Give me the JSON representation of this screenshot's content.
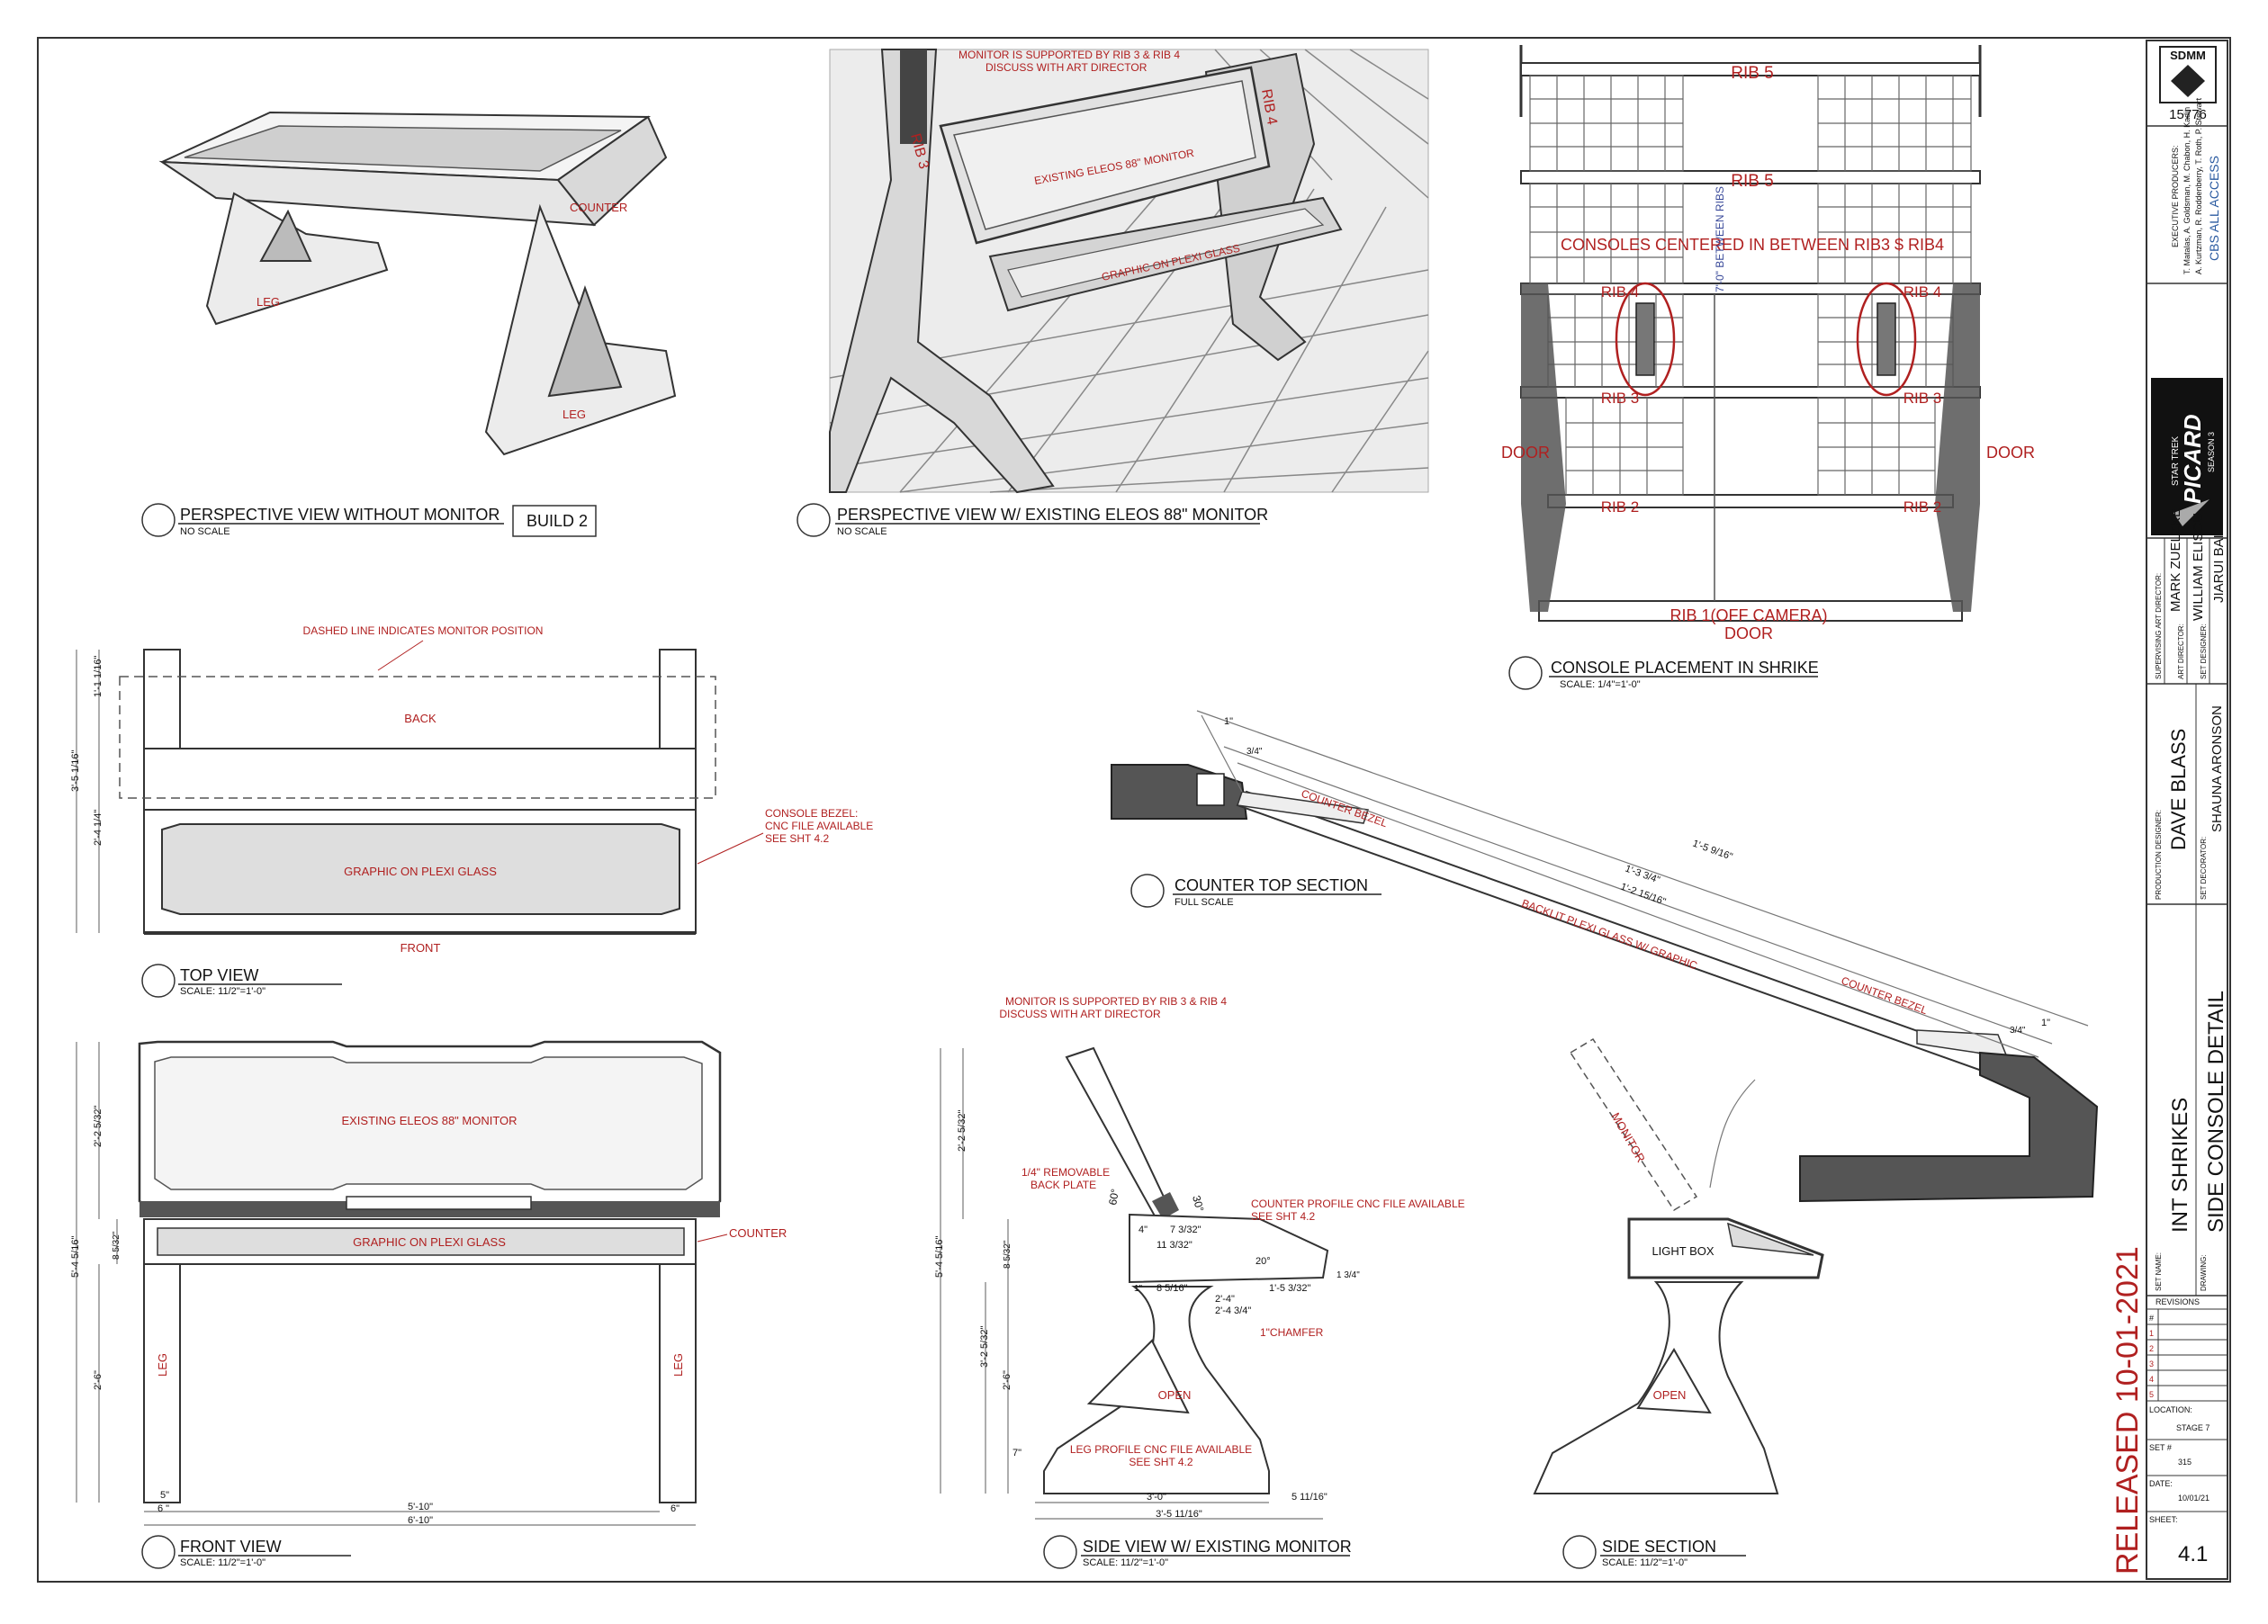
{
  "views": {
    "persp_no_monitor": {
      "title": "PERSPECTIVE VIEW WITHOUT MONITOR",
      "scale": "NO SCALE",
      "build": "BUILD 2",
      "counter": "COUNTER",
      "leg1": "LEG",
      "leg2": "LEG"
    },
    "persp_monitor": {
      "title": "PERSPECTIVE VIEW W/  EXISTING ELEOS 88\" MONITOR",
      "scale": "NO SCALE",
      "note1": "MONITOR IS SUPPORTED BY  RIB 3 & RIB 4",
      "note2": "DISCUSS WITH ART DIRECTOR",
      "rib3": "RIB 3",
      "rib4": "RIB 4",
      "monitor": "EXISTING ELEOS 88\" MONITOR",
      "graphic": "GRAPHIC ON PLEXI GLASS"
    },
    "placement": {
      "title": "CONSOLE  PLACEMENT IN SHRIKE",
      "scale": "SCALE:  1/4\"=1'-0\"",
      "rib5a": "RIB 5",
      "rib5b": "RIB 5",
      "centered": "CONSOLES  CENTERED IN BETWEEN RIB3 $ RIB4",
      "rib4l": "RIB 4",
      "rib4r": "RIB 4",
      "rib3l": "RIB 3",
      "rib3r": "RIB 3",
      "rib2l": "RIB 2",
      "rib2r": "RIB 2",
      "doorl": "DOOR",
      "doorr": "DOOR",
      "rib1": "RIB 1(OFF CAMERA)",
      "door": "DOOR",
      "between": "7'-0\"  BETWEEN RIBS"
    },
    "top": {
      "title": "TOP VIEW",
      "scale": "SCALE:  11/2\"=1'-0\"",
      "dashed": "DASHED  LINE INDICATES MONITOR POSITION",
      "back": "BACK",
      "front": "FRONT",
      "graphic": "GRAPHIC ON PLEXI GLASS",
      "bezel1": "CONSOLE BEZEL:",
      "bezel2": "CNC FILE AVAILABLE",
      "bezel3": "SEE SHT 4.2",
      "d1": "1'-1 1/16\"",
      "d2": "3'-5 1/16\"",
      "d3": "2'-4 1/4\""
    },
    "front": {
      "title": "FRONT VIEW",
      "scale": "SCALE:  11/2\"=1'-0\"",
      "monitor": "EXISTING ELEOS 88\" MONITOR",
      "graphic": "GRAPHIC ON PLEXI GLASS",
      "counter": "COUNTER",
      "legl": "LEG",
      "legr": "LEG",
      "d_monitor": "2'-2 5/32\"",
      "d_total": "5'-4 5/16\"",
      "d_mid": "8 5/32\"",
      "d_leg": "2'-6\"",
      "d_5": "5\"",
      "d_6l": "6 \"",
      "d_6r": "6\"",
      "d_510": "5'-10\"",
      "d_610": "6'-10\""
    },
    "counter_section": {
      "title": "COUNTER TOP SECTION",
      "scale": "FULL SCALE",
      "bezel_top": "COUNTER BEZEL",
      "bezel_bot": "COUNTER BEZEL",
      "plexi": "BACKLIT PLEXI GLASS  W/  GRAPHIC",
      "d1": "1'-5 9/16\"",
      "d2": "1'-3 3/4\"",
      "d3": "1'-2 15/16\"",
      "d4": "1\"",
      "d5": "3/4\"",
      "d6": "3/4\"",
      "d7": "1\""
    },
    "side": {
      "title": "SIDE VIEW  W/  EXISTING MONITOR",
      "scale": "SCALE:  11/2\"=1'-0\"",
      "note1": "MONITOR IS SUPPORTED BY  RIB 3 & RIB 4",
      "note2": "DISCUSS WITH ART DIRECTOR",
      "plate1": "1/4\" REMOVABLE",
      "plate2": "BACK PLATE",
      "profile1": "COUNTER PROFILE CNC FILE AVAILABLE",
      "profile2": "SEE SHT 4.2",
      "chamfer": "1\"CHAMFER",
      "open": "OPEN",
      "legp1": "LEG PROFILE CNC FILE AVAILABLE",
      "legp2": "SEE SHT 4.2",
      "d_mon": "2'-2 5/32\"",
      "d_total": "5'-4 5/16\"",
      "d_8": "8 5/32\"",
      "d_leg": "3'-2 5/32\"",
      "d_26": "2'-6\"",
      "d_7": "7\"",
      "d_30": "3'-0\"",
      "d_5": "5 11/16\"",
      "d_35": "3'-5 11/16\"",
      "a60": "60°",
      "a30": "30°",
      "d_4": "4\"",
      "d_7b": "7 3/32\"",
      "d_11": "11 3/32\"",
      "d_20": "20°",
      "d_8b": "8 5/16\"",
      "d_15": "1'-5 3/32\"",
      "d_24a": "2'-4\"",
      "d_24b": "2'-4 3/4\"",
      "d_1a": "1\"",
      "d_1b": "1 3/4\""
    },
    "side_section": {
      "title": "SIDE SECTION",
      "scale": "SCALE:  11/2\"=1'-0\"",
      "monitor": "MONITOR",
      "lightbox": "LIGHT BOX",
      "open": "OPEN"
    }
  },
  "title_block": {
    "logo": "SDMM",
    "number": "15776",
    "producers_label": "EXECUTIVE PRODUCERS:",
    "producers1": "T. Matalas, A. Goldsman, M. Chabon, H. Kadin",
    "producers2": "A. Kurtzman, R. Roddenberry, T. Roth, P. Stewart",
    "network": "CBS ALL ACCESS",
    "show_line1": "STAR TREK",
    "show_line2": "PICARD",
    "show_line3": "SEASON 3",
    "sup_ad_label": "SUPERVISING ART DIRECTOR:",
    "sup_ad": "MARK ZUELZKE",
    "ad_label": "ART DIRECTOR:",
    "ad": "WILLIAM ELISCU",
    "sd_label": "SET DESIGNER:",
    "sd": "JIARUI BAI",
    "pd_label": "PRODUCTION DESIGNER:",
    "pd": "DAVE BLASS",
    "dec_label": "SET DECORATOR:",
    "dec": "SHAUNA ARONSON",
    "set_name_label": "SET NAME:",
    "set_name": "INT SHRIKES",
    "drawing_label": "DRAWING:",
    "drawing": "SIDE CONSOLE DETAIL",
    "released": "RELEASED   10-01-2021",
    "revisions": "REVISIONS",
    "rev_hash": "#",
    "rev1": "1",
    "rev2": "2",
    "rev3": "3",
    "rev4": "4",
    "rev5": "5",
    "location_label": "LOCATION:",
    "location": "STAGE 7",
    "setnum_label": "SET #",
    "setnum": "315",
    "date_label": "DATE:",
    "date": "10/01/21",
    "sheet_label": "SHEET:",
    "sheet": "4.1"
  }
}
